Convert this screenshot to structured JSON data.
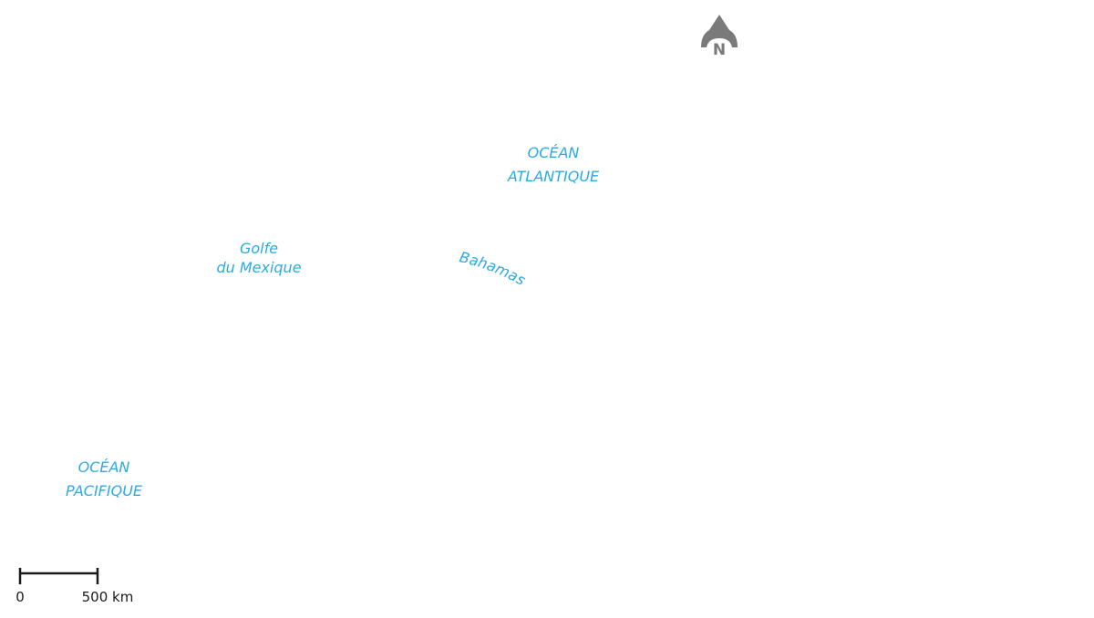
{
  "map": {
    "colors": {
      "water_label": "#29abe2",
      "north_arrow": "#7a7a7a",
      "scale_bar": "#1a1a1a",
      "background": "#ffffff"
    },
    "north_arrow": {
      "letter": "N"
    },
    "labels": {
      "atlantic_line1": "OCÉAN",
      "atlantic_line2": "ATLANTIQUE",
      "gulf_line1": "Golfe",
      "gulf_line2": "du Mexique",
      "bahamas": "Bahamas",
      "pacific_line1": "OCÉAN",
      "pacific_line2": "PACIFIQUE"
    },
    "scale_bar": {
      "start_label": "0",
      "end_label": "500 km"
    }
  }
}
